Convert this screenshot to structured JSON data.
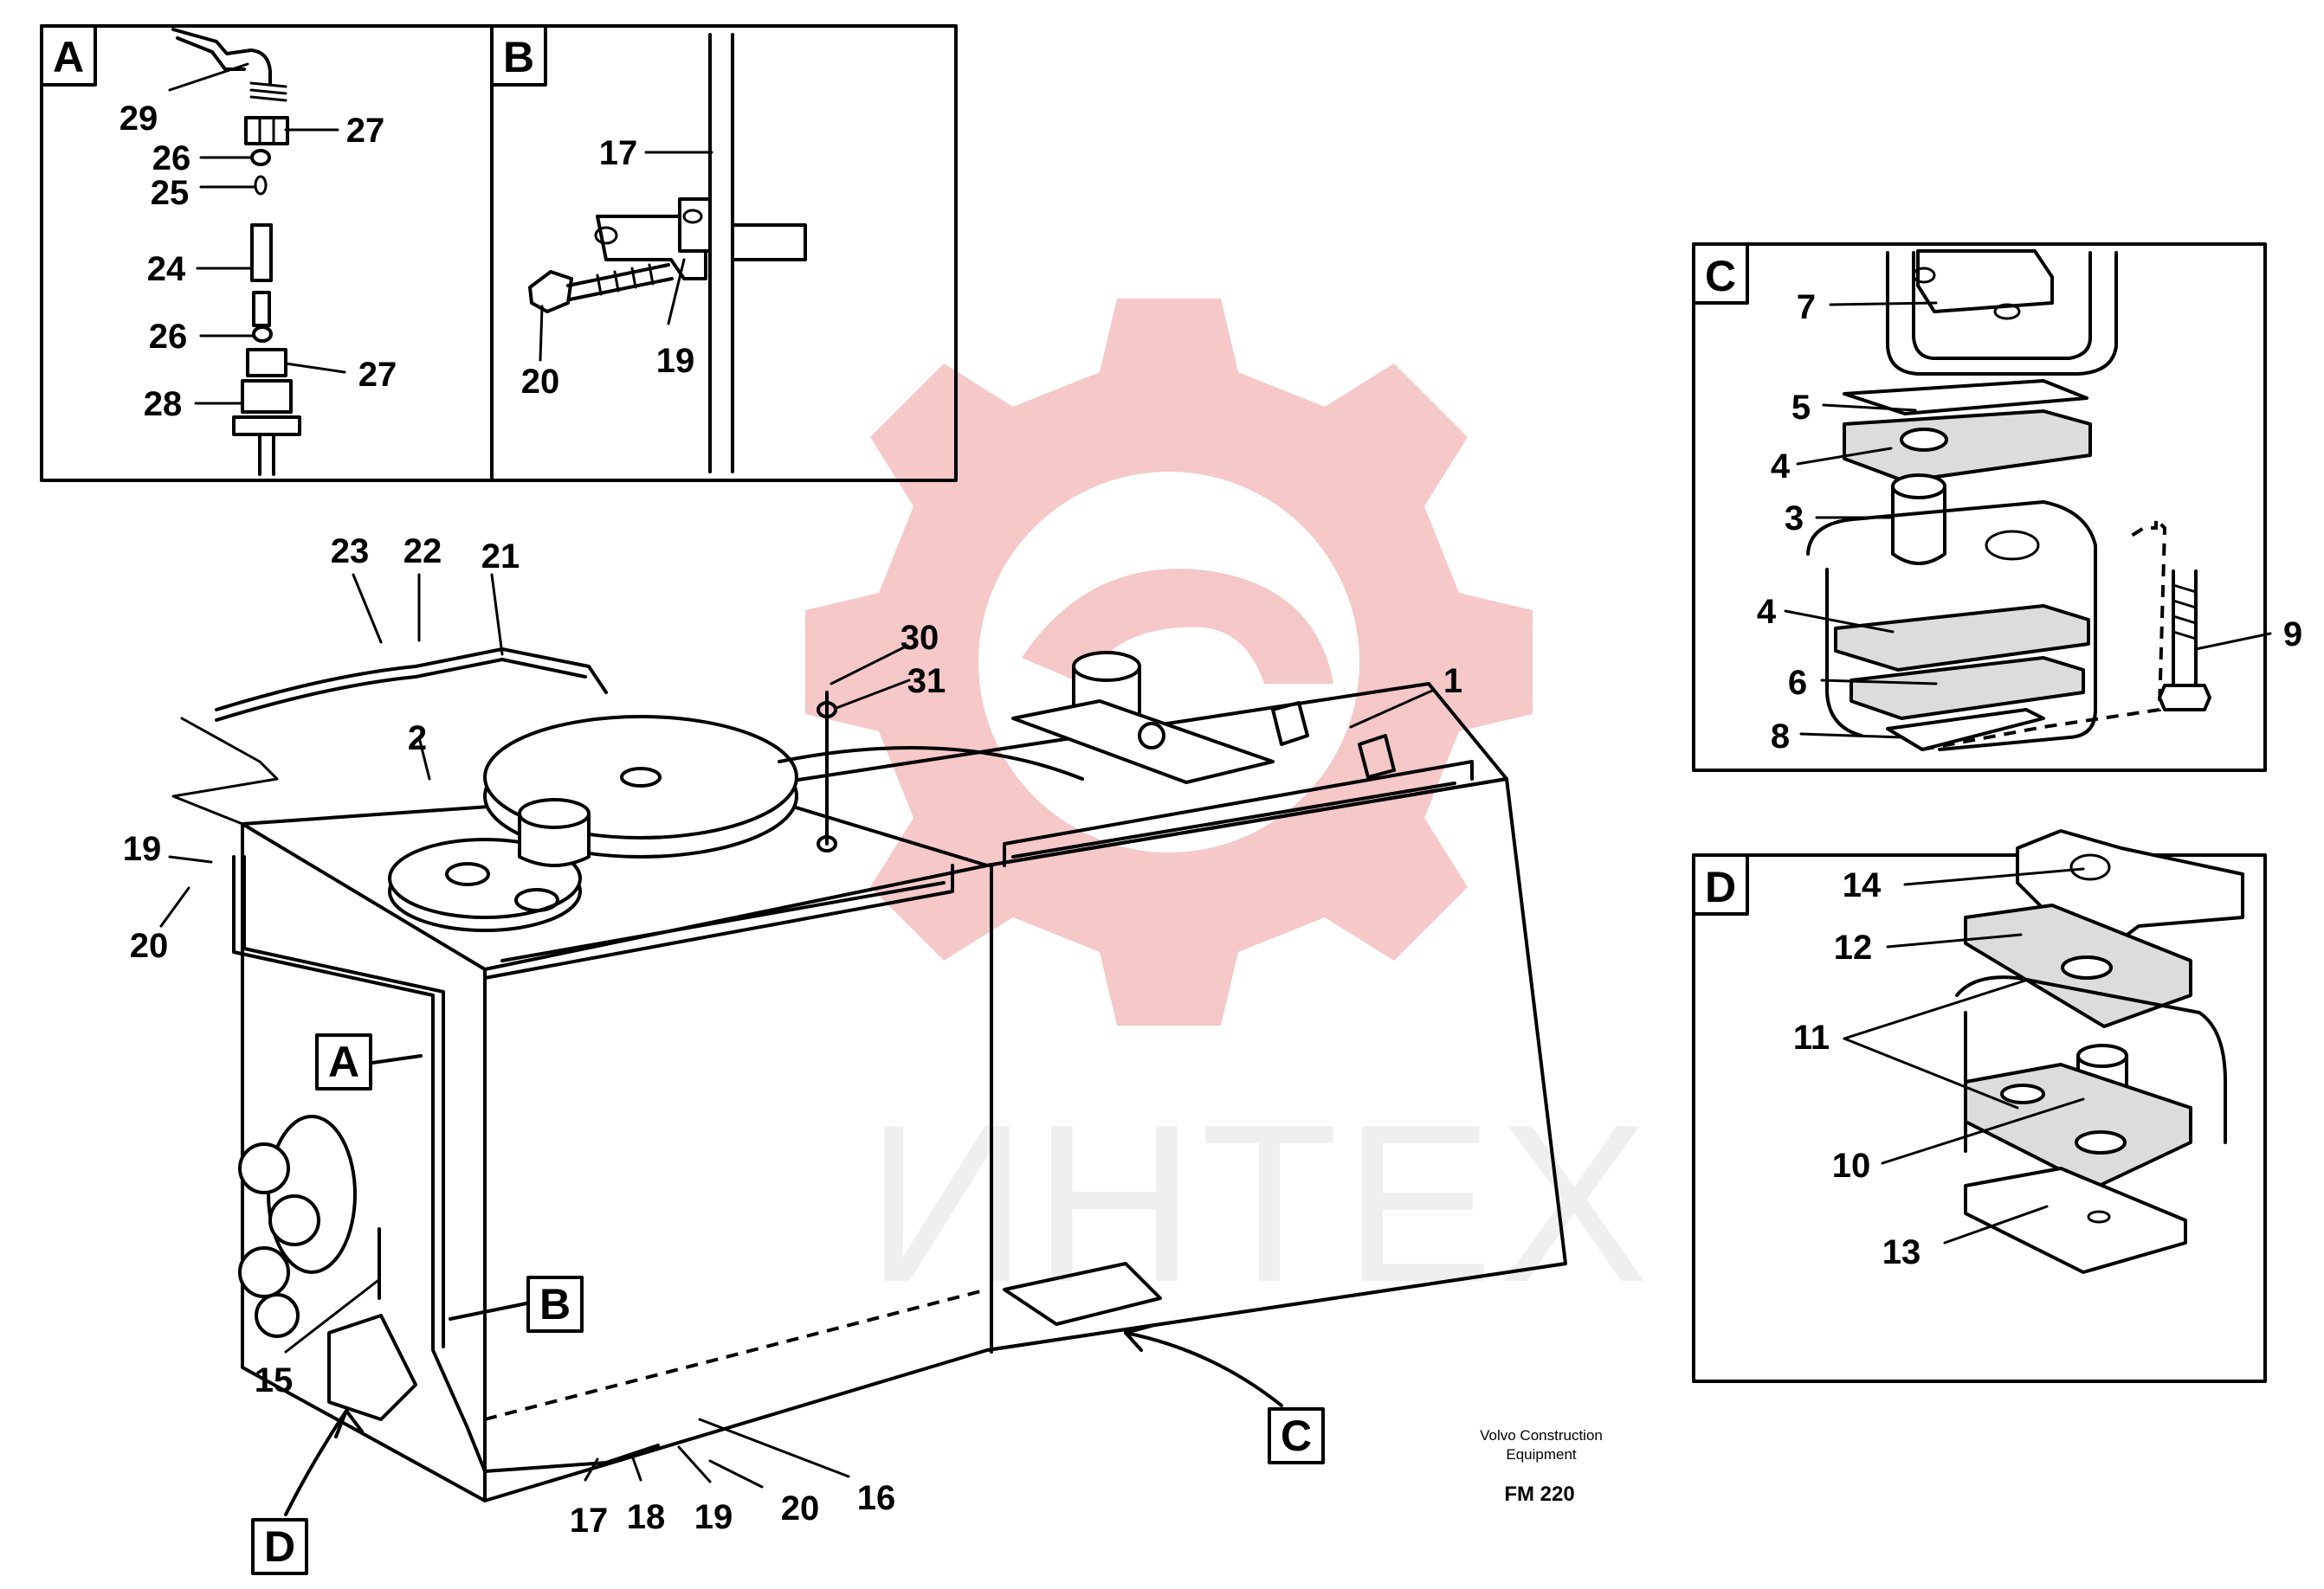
{
  "watermark": {
    "text": "ИНТЕХ",
    "color": "#ee9a9a"
  },
  "panels": {
    "A": {
      "tag": "A",
      "labels": [
        "29",
        "27",
        "26",
        "25",
        "24",
        "26",
        "27",
        "28"
      ]
    },
    "B": {
      "tag": "B",
      "labels": [
        "17",
        "20",
        "19"
      ]
    },
    "C": {
      "tag": "C",
      "labels": [
        "7",
        "5",
        "4",
        "3",
        "4",
        "6",
        "8",
        "9"
      ]
    },
    "D": {
      "tag": "D",
      "labels": [
        "14",
        "12",
        "11",
        "10",
        "13"
      ]
    }
  },
  "main": {
    "labels": [
      "23",
      "22",
      "21",
      "30",
      "31",
      "1",
      "2",
      "19",
      "20",
      "15",
      "17",
      "18",
      "19",
      "20",
      "16"
    ],
    "callouts": [
      "A",
      "B",
      "C",
      "D"
    ]
  },
  "footer": {
    "line1": "Volvo Construction",
    "line2": "Equipment",
    "code": "FM 220"
  }
}
